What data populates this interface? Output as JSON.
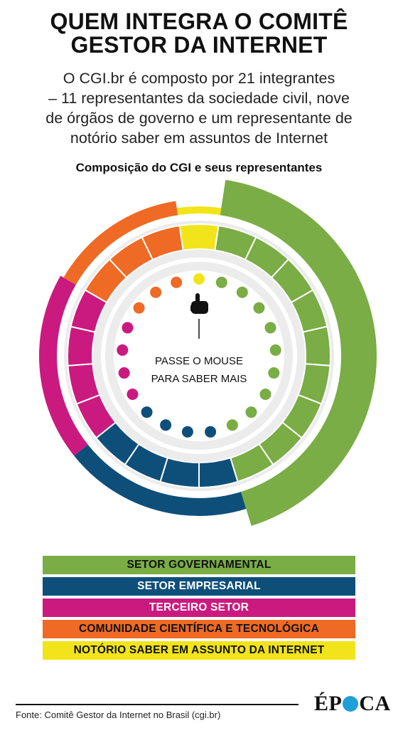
{
  "header": {
    "title_line1": "QUEM INTEGRA O COMITÊ",
    "title_line2": "GESTOR DA INTERNET",
    "subtitle_lines": [
      "O CGI.br é composto por 21 integrantes",
      "– 11 representantes da sociedade civil, nove",
      "de órgãos de governo e um representante de",
      "notório saber em assuntos de Internet"
    ]
  },
  "chart_data": {
    "type": "pie",
    "title": "Composição do CGI e seus representantes",
    "center_text_line1": "PASSE O MOUSE",
    "center_text_line2": "PARA SABER MAIS",
    "total_seats": 21,
    "series": [
      {
        "label": "NOTÓRIO SABER EM ASSUNTO DA INTERNET",
        "value": 1,
        "color": "#f2e41a",
        "text_color": "#111111"
      },
      {
        "label": "SETOR GOVERNAMENTAL",
        "value": 9,
        "color": "#7aad45",
        "text_color": "#111111"
      },
      {
        "label": "SETOR EMPRESARIAL",
        "value": 4,
        "color": "#0e4f7a",
        "text_color": "#ffffff"
      },
      {
        "label": "TERCEIRO SETOR",
        "value": 4,
        "color": "#cb1a7f",
        "text_color": "#ffffff"
      },
      {
        "label": "COMUNIDADE CIENTÍFICA E TECNOLÓGICA",
        "value": 3,
        "color": "#ef6a24",
        "text_color": "#111111"
      }
    ]
  },
  "legend_order": [
    1,
    2,
    3,
    4,
    0
  ],
  "icons": {
    "cursor": "hand-pointer-icon"
  },
  "footer": {
    "source": "Fonte: Comitê Gestor da Internet no Brasil (cgi.br)",
    "logo_left": "ÉP",
    "logo_right": "CA"
  }
}
